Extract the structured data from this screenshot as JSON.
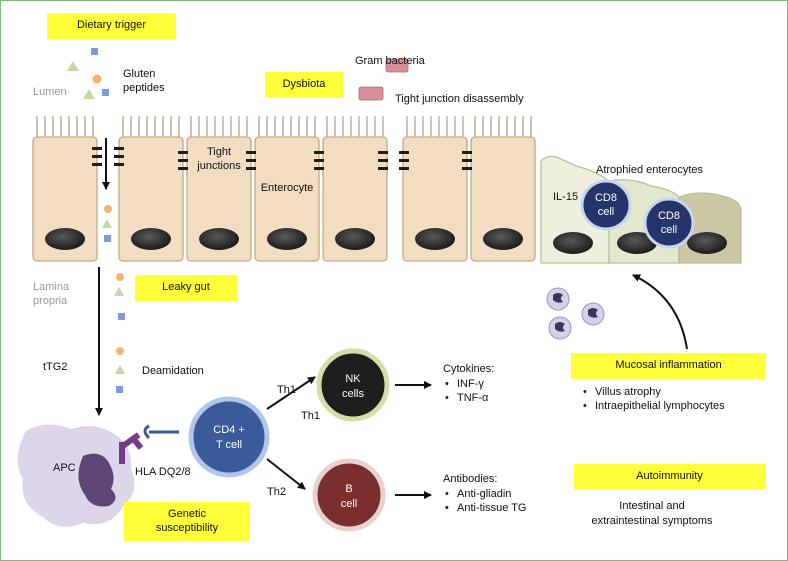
{
  "boxes": {
    "dietary_trigger": "Dietary trigger",
    "dysbiota": "Dysbiota",
    "leaky_gut": "Leaky gut",
    "mucosal_inflammation": "Mucosal inflammation",
    "autoimmunity": "Autoimmunity",
    "genetic_line1": "Genetic",
    "genetic_line2": "susceptibility"
  },
  "labels": {
    "lumen": "Lumen",
    "gluten_line1": "Gluten",
    "gluten_line2": "peptides",
    "gram_bacteria": "Gram bacteria",
    "tight_junction_disassembly": "Tight junction disassembly",
    "tight_line1": "Tight",
    "tight_line2": "junctions",
    "enterocyte": "Enterocyte",
    "atrophied_enterocytes": "Atrophied enterocytes",
    "il15": "IL-15",
    "lamina_line1": "Lamina",
    "lamina_line2": "propria",
    "ttg2": "tTG2",
    "deamidation": "Deamidation",
    "apc": "APC",
    "hla": "HLA DQ2/8",
    "th1_a": "Th1",
    "th1_b": "Th1",
    "th2": "Th2",
    "cytokines_title": "Cytokines:",
    "cytokine_1": "INF-γ",
    "cytokine_2": "TNF-α",
    "antibodies_title": "Antibodies:",
    "antibody_1": "Anti-gliadin",
    "antibody_2": "Anti-tissue TG",
    "inflammation_1": "Villus atrophy",
    "inflammation_2": "Intraepithelial lymphocytes",
    "symptoms_line1": "Intestinal and",
    "symptoms_line2": "extraintestinal symptoms",
    "bullet": "•"
  },
  "cells": {
    "cd8_a_line1": "CD8",
    "cd8_a_line2": "cell",
    "cd8_b_line1": "CD8",
    "cd8_b_line2": "cell",
    "cd4_line1": "CD4 +",
    "cd4_line2": "T cell",
    "nk_line1": "NK",
    "nk_line2": "cells",
    "b_line1": "B",
    "b_line2": "cell"
  },
  "colors": {
    "highlight_box": "#ffff3a",
    "enterocyte_fill": "#f2dcc2",
    "atrophied_fill": "#e8ecd6",
    "nucleus": "#2b2b2b",
    "cd8_fill": "#24356b",
    "cd4_fill": "#3a5a9a",
    "nk_fill": "#1e1e1e",
    "b_fill": "#7a2e2e",
    "apc_fill": "#ddd5ea",
    "hla_receptor": "#7a3a8a",
    "frame_border": "#7fb77e"
  }
}
